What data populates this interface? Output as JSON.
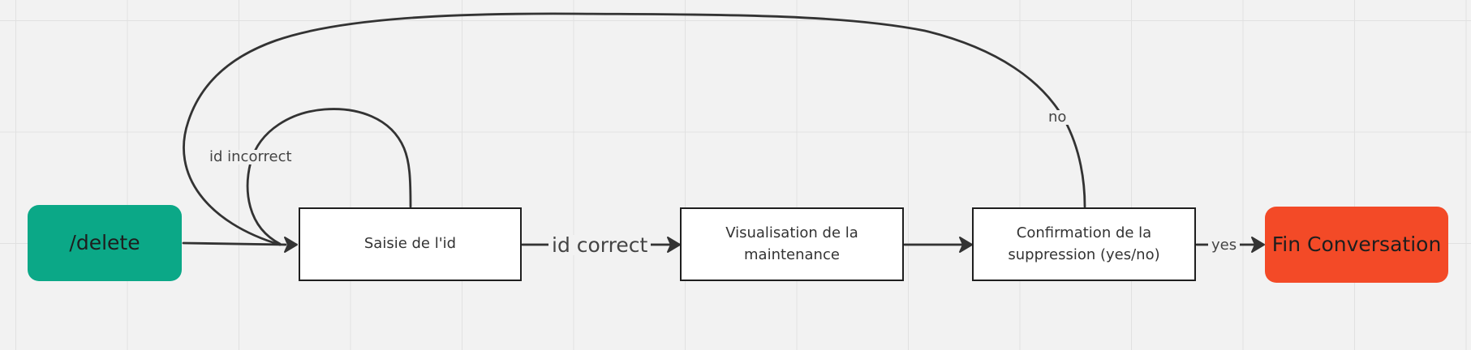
{
  "colors": {
    "start_node": "#0ba887",
    "end_node": "#f34a27",
    "stroke": "#333333",
    "canvas": "#f2f2f2"
  },
  "nodes": {
    "delete": {
      "label": "/delete"
    },
    "saisie": {
      "label": "Saisie de l'id"
    },
    "visualisation": {
      "label": "Visualisation de la\nmaintenance"
    },
    "confirmation": {
      "label": "Confirmation de la\nsuppression (yes/no)"
    },
    "fin": {
      "label": "Fin Conversation"
    }
  },
  "edges": {
    "id_incorrect": {
      "label": "id incorrect"
    },
    "id_correct": {
      "label": "id correct"
    },
    "no": {
      "label": "no"
    },
    "yes": {
      "label": "yes"
    }
  }
}
